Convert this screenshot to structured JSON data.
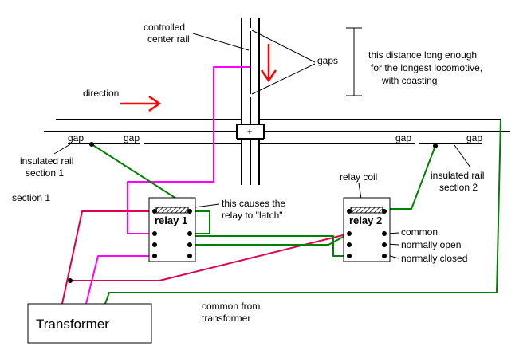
{
  "labels": {
    "controlled_center_rail_1": "controlled",
    "controlled_center_rail_2": "center rail",
    "gaps": "gaps",
    "distance_1": "this distance long enough",
    "distance_2": "for the longest locomotive,",
    "distance_3": "with coasting",
    "direction": "direction",
    "gap_1": "gap",
    "gap_2": "gap",
    "gap_3": "gap",
    "gap_4": "gap",
    "insulated_rail_1_a": "insulated rail",
    "insulated_rail_1_b": "section 1",
    "section_1": "section 1",
    "latch_1": "this causes the",
    "latch_2": "relay to \"latch\"",
    "relay_coil": "relay coil",
    "insulated_rail_2_a": "insulated rail",
    "insulated_rail_2_b": "section 2",
    "common": "common",
    "normally_open": "normally open",
    "normally_closed": "normally closed",
    "common_from_transformer_1": "common from",
    "common_from_transformer_2": "transformer",
    "crossing_mark": "+"
  },
  "components": {
    "relay1": "relay 1",
    "relay2": "relay 2",
    "transformer": "Transformer"
  },
  "colors": {
    "track": "#000000",
    "arrow": "#ff0000",
    "green_wire": "#008000",
    "magenta_wire": "#ff00ff",
    "crimson_wire": "#e0004a"
  }
}
